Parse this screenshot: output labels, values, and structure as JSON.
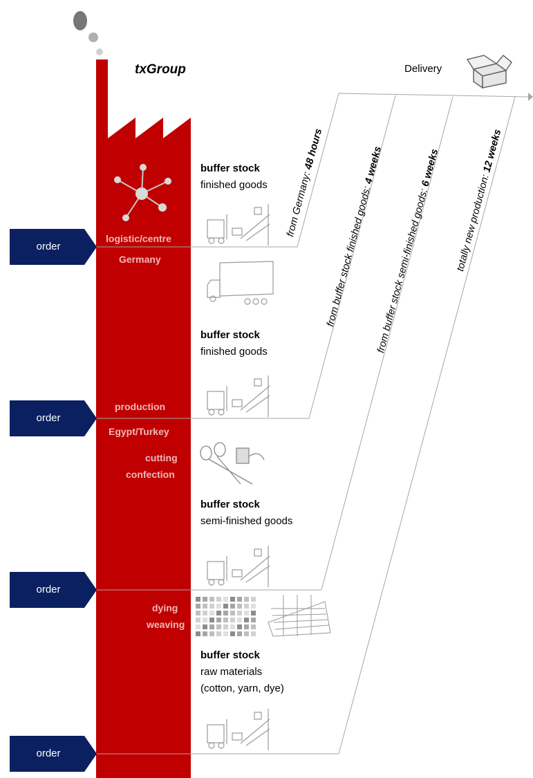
{
  "title": "txGroup",
  "delivery": {
    "label": "Delivery",
    "icon": "open-box-icon"
  },
  "chimney_labels": {
    "logistic": "logistic/centre",
    "germany": "Germany",
    "production": "production",
    "egypt_turkey": "Egypt/Turkey",
    "cutting": "cutting",
    "confection": "confection",
    "dying": "dying",
    "weaving": "weaving"
  },
  "buffer_stocks": [
    {
      "title": "buffer stock",
      "line1": "finished goods",
      "line2": ""
    },
    {
      "title": "buffer stock",
      "line1": "finished goods",
      "line2": ""
    },
    {
      "title": "buffer stock",
      "line1": "semi-finished goods",
      "line2": ""
    },
    {
      "title": "buffer stock",
      "line1": "raw materials",
      "line2": "(cotton, yarn, dye)"
    }
  ],
  "orders": [
    "order",
    "order",
    "order",
    "order"
  ],
  "lead_times": [
    {
      "prefix": "from Germany: ",
      "value": "48 hours"
    },
    {
      "prefix": "from buffer stock finished goods: ",
      "value": "4 weeks"
    },
    {
      "prefix": "from buffer stock semi-finished goods: ",
      "value": "6 weeks"
    },
    {
      "prefix": "totally new production: ",
      "value": "12 weeks"
    }
  ],
  "colors": {
    "factory_red": "#c00000",
    "order_navy": "#0a2060",
    "label_pink": "#f2b8b8",
    "line_gray": "#a6a6a6",
    "smoke_gray": "#8c8c8c"
  },
  "icons": [
    "network-icon",
    "forklift-shelf-icon",
    "truck-icon",
    "scissors-thread-icon",
    "color-swatch-icon",
    "loom-icon",
    "open-box-icon"
  ]
}
